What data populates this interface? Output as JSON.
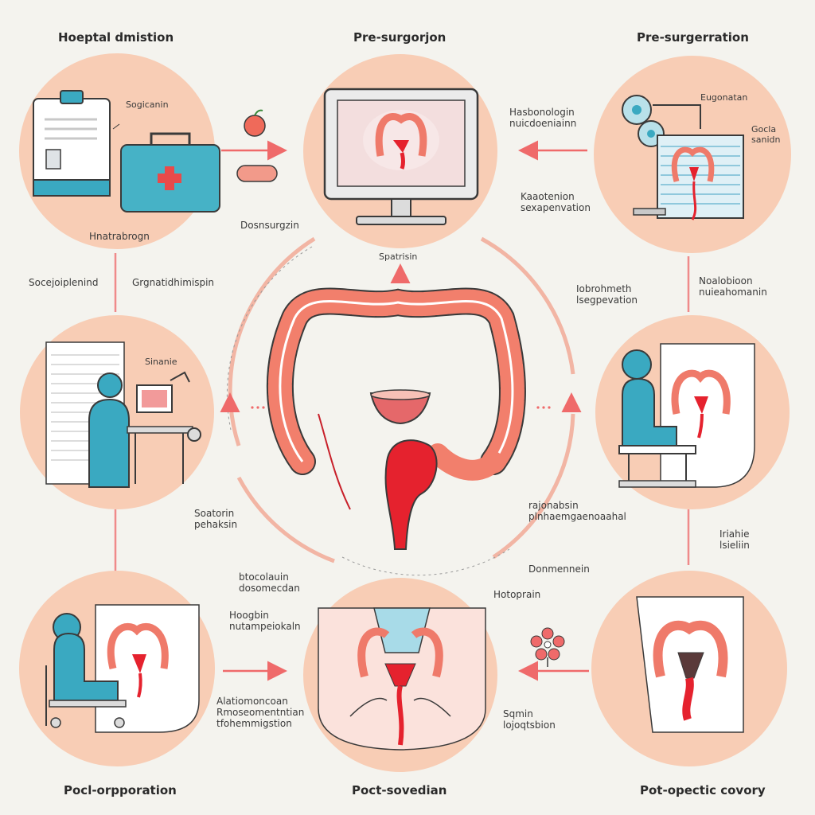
{
  "titles": {
    "top_left": "Hoeptal dmistion",
    "top_center": "Pre-surgorjon",
    "top_right": "Pre-surgerration",
    "bottom_left": "Pocl-orpporation",
    "bottom_center": "Poct-sovedian",
    "bottom_right": "Pot-opectic covory"
  },
  "labels": {
    "tl_callout": "Sogicanin",
    "tl_below": "Hnatrabrogn",
    "left_upper_a": "Socejoiplenind",
    "left_upper_b": "Grgnatidhimispin",
    "left_mid_callout": "Sinanie",
    "left_lower_a": "Soatorin",
    "left_lower_b": "pehaksin",
    "center_top_a": "Dosnsurgzin",
    "center_top_b": "Spatrisin",
    "tc_right_a": "Hasbonologin",
    "tc_right_b": "nuicdoeniainn",
    "tc_right_c": "Kaaotenion",
    "tc_right_d": "sexapenvation",
    "tr_callout_a": "Eugonatan",
    "tr_callout_b": "Gocla",
    "tr_callout_c": "sanidn",
    "right_upper_a": "Iobrohmeth",
    "right_upper_b": "lsegpevation",
    "right_upper_c": "Noalobioon",
    "right_upper_d": "nuieahomanin",
    "right_lower_a": "rajonabsin",
    "right_lower_b": "plnhaemgaenoaahal",
    "right_lower_c": "Iriahie",
    "right_lower_d": "lsieliin",
    "center_low_a": "Donmennein",
    "center_low_b": "Hotoprain",
    "center_low_c": "btocolauin",
    "center_low_d": "dosomecdan",
    "bl_right_a": "Hoogbin",
    "bl_right_b": "nutampeiokaln",
    "bl_right_c": "Alatiomoncoan",
    "bl_right_d": "Rmoseomentntian",
    "bl_right_e": "tfohemmigstion",
    "br_left_a": "Sqmin",
    "br_left_b": "lojoqtsbion"
  },
  "colors": {
    "background": "#f4f3ee",
    "circle_fill": "#f8cdb5",
    "arrow": "#ef6a6a",
    "colon": "#ef7a6a",
    "rectum": "#e5222e",
    "teal": "#3aa9c1"
  }
}
